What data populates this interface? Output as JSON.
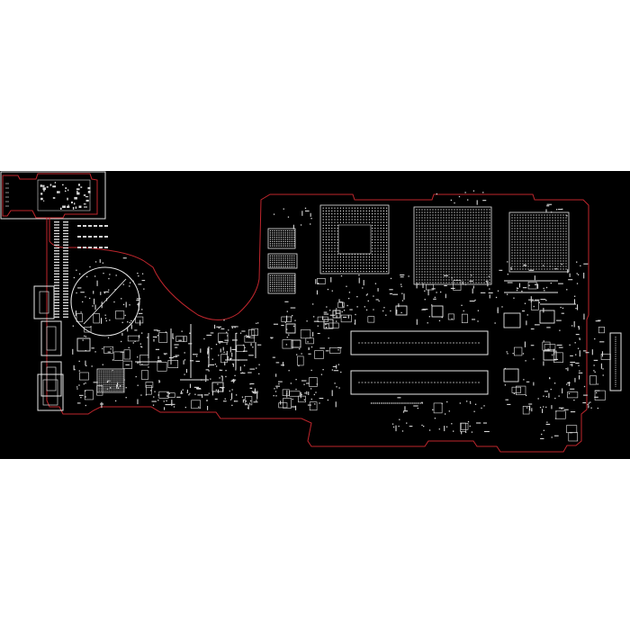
{
  "viewer": {
    "background": "#ffffff",
    "canvas_background": "#000000"
  },
  "board": {
    "outline_color": "#c0262d",
    "silkscreen_color": "#e8e8e8",
    "pad_color": "#d8d8d8",
    "inset_frame_color": "#e0e0e0",
    "connectors": [
      "usb-port",
      "usb-port",
      "usb-port",
      "usb-port"
    ],
    "bga_packages": [
      "cpu-bga",
      "gpu-bga",
      "pch-bga",
      "memory-bga"
    ],
    "memory_slots": 2
  }
}
